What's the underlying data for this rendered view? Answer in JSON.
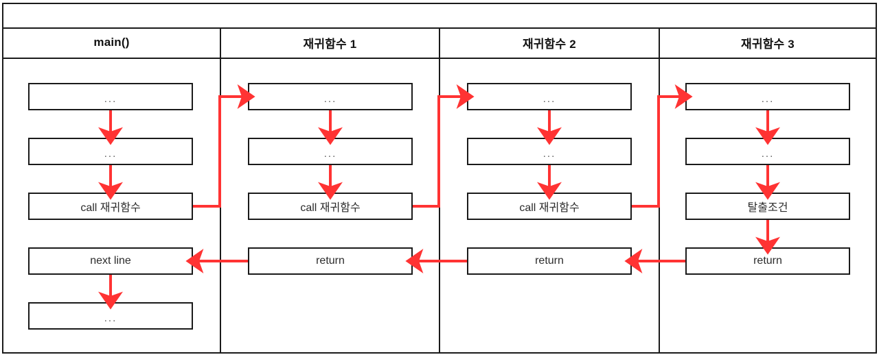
{
  "diagram": {
    "title": "recursion-call-stack",
    "accent_color": "#ff3333",
    "line_color": "#1a1a1a",
    "background": "#ffffff"
  },
  "columns": [
    {
      "header": "main()",
      "boxes": [
        {
          "label": "..."
        },
        {
          "label": "..."
        },
        {
          "label": "call 재귀함수"
        },
        {
          "label": "next line"
        },
        {
          "label": "..."
        }
      ]
    },
    {
      "header": "재귀함수 1",
      "boxes": [
        {
          "label": "..."
        },
        {
          "label": "..."
        },
        {
          "label": "call 재귀함수"
        },
        {
          "label": "return"
        }
      ]
    },
    {
      "header": "재귀함수 2",
      "boxes": [
        {
          "label": "..."
        },
        {
          "label": "..."
        },
        {
          "label": "call 재귀함수"
        },
        {
          "label": "return"
        }
      ]
    },
    {
      "header": "재귀함수 3",
      "boxes": [
        {
          "label": "..."
        },
        {
          "label": "..."
        },
        {
          "label": "탈출조건"
        },
        {
          "label": "return"
        }
      ]
    }
  ]
}
